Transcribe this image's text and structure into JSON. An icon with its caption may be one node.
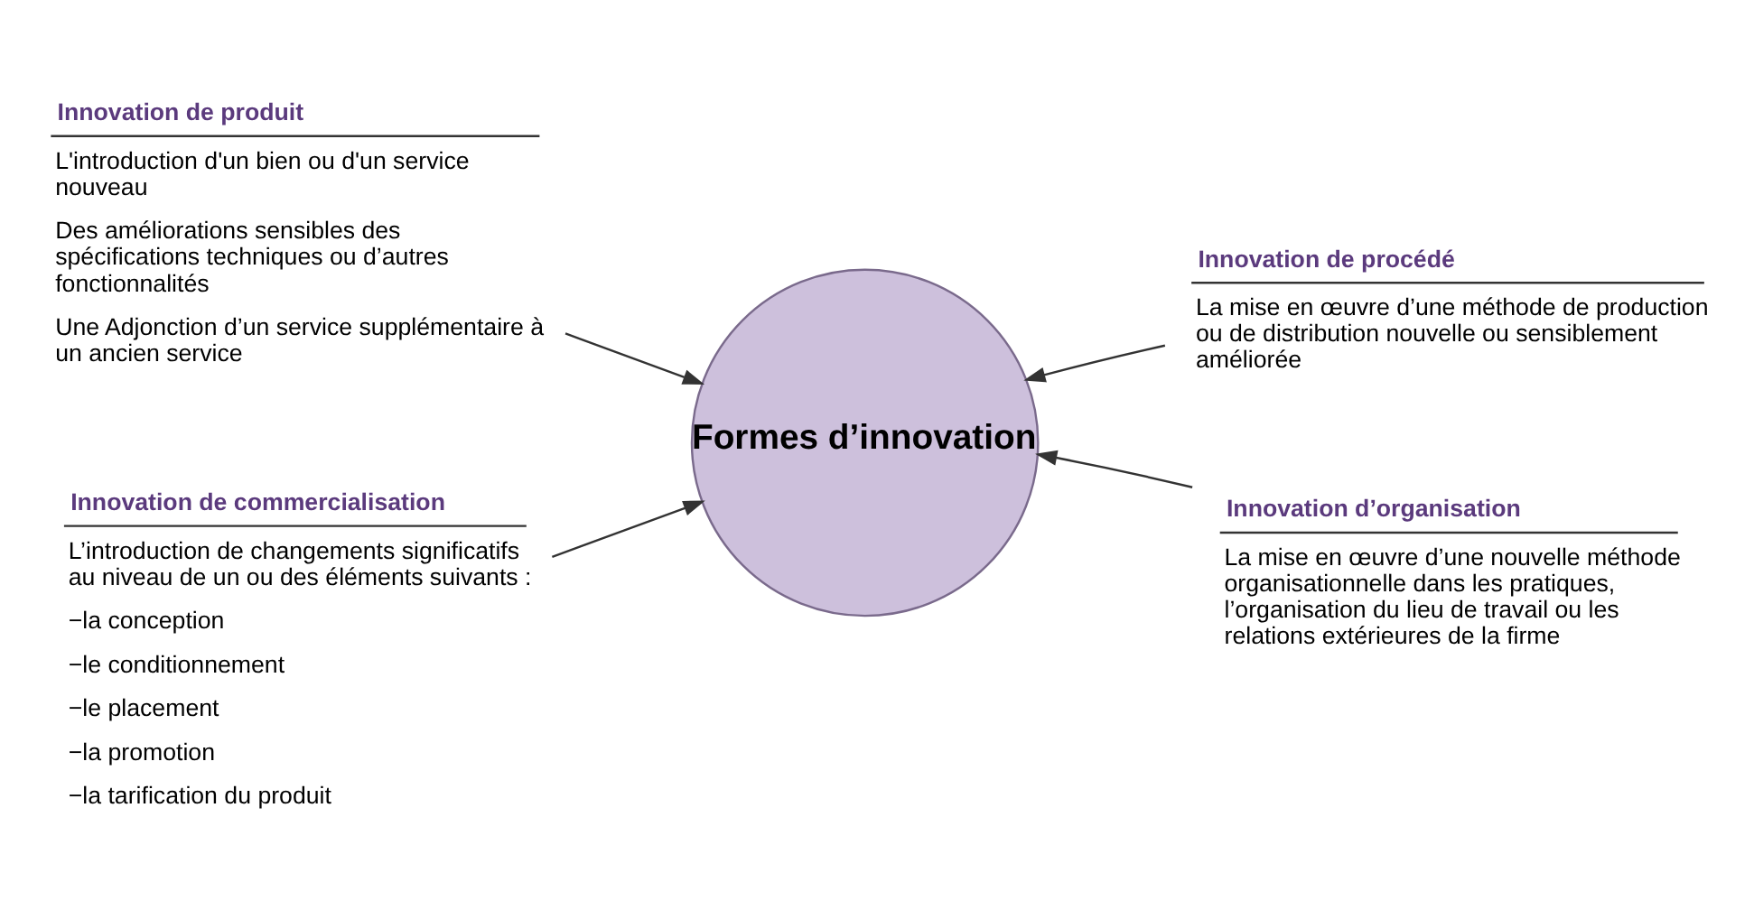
{
  "diagram": {
    "nodes": [
      {
        "text": [
          "Formes d’innovation"
        ]
      },
      {
        "text": [
          "Innovation de produit",
          "L'introduction d'un bien ou d'un service nouveau",
          "Des améliorations sensibles des spécifications techniques ou d’autres fonctionnalités",
          "Une Adjonction d’un service supplémentaire à un ancien service"
        ]
      },
      {
        "text": [
          "Innovation de procédé",
          "La mise en œuvre d’une méthode de production ou de distribution nouvelle ou sensiblement améliorée"
        ]
      },
      {
        "text": [
          "Innovation de commercialisation",
          "L’introduction de changements significatifs au niveau de un ou des éléments suivants :",
          "−la conception",
          "−le conditionnement",
          "−le placement",
          "−la promotion",
          "−la tarification du produit"
        ]
      },
      {
        "text": [
          "Innovation d’organisation",
          "La mise en œuvre d’une nouvelle méthode organisationnelle dans les pratiques, l’organisation du lieu de travail ou les relations extérieures de la firme"
        ]
      }
    ],
    "edges": [
      {
        "from": 1,
        "to": 0,
        "arrow": "to"
      },
      {
        "from": 2,
        "to": 0,
        "arrow": "to"
      },
      {
        "from": 3,
        "to": 0,
        "arrow": "to"
      },
      {
        "from": 4,
        "to": 0,
        "arrow": "to"
      }
    ]
  }
}
